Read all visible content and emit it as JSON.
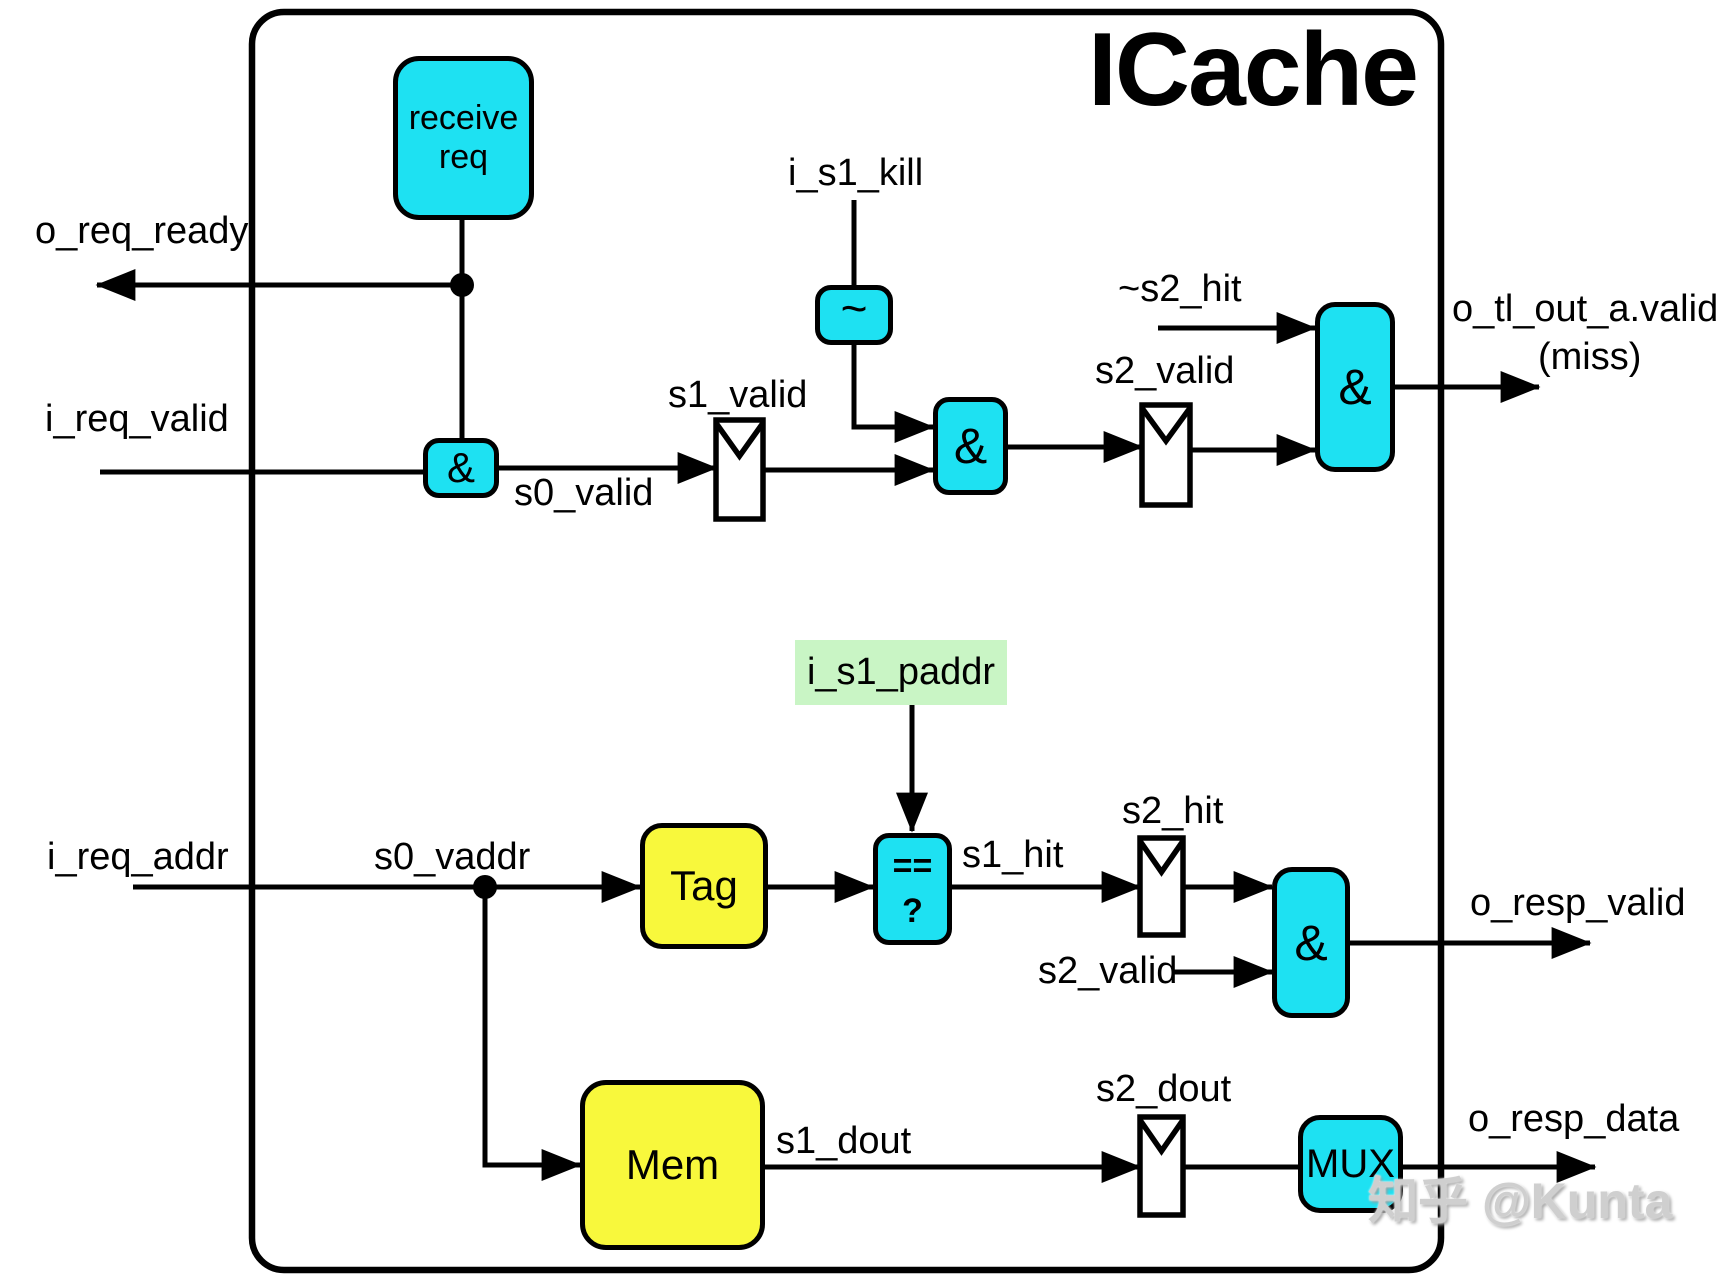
{
  "title": "ICache",
  "watermark": "知乎 @Kunta",
  "colors": {
    "cyan": "#1EE1F2",
    "yellow": "#F8F83C",
    "green": "#C9F5C5",
    "wire": "#000000"
  },
  "blocks": {
    "receive_req": {
      "line1": "receive",
      "line2": "req"
    },
    "and1": "&",
    "not1": "~",
    "and2": "&",
    "and3": "&",
    "and4": "&",
    "comparator": {
      "line1": "==",
      "line2": "?"
    },
    "tag": "Tag",
    "mem": "Mem",
    "mux": "MUX"
  },
  "signals": {
    "o_req_ready": "o_req_ready",
    "i_req_valid": "i_req_valid",
    "s0_valid": "s0_valid",
    "s1_valid": "s1_valid",
    "i_s1_kill": "i_s1_kill",
    "s2_valid_top": "s2_valid",
    "not_s2_hit": "~s2_hit",
    "o_tl_out_a_valid": "o_tl_out_a.valid",
    "miss": "(miss)",
    "i_s1_paddr": "i_s1_paddr",
    "i_req_addr": "i_req_addr",
    "s0_vaddr": "s0_vaddr",
    "s1_hit": "s1_hit",
    "s2_hit": "s2_hit",
    "s2_valid_bottom": "s2_valid",
    "o_resp_valid": "o_resp_valid",
    "s1_dout": "s1_dout",
    "s2_dout": "s2_dout",
    "o_resp_data": "o_resp_data"
  }
}
